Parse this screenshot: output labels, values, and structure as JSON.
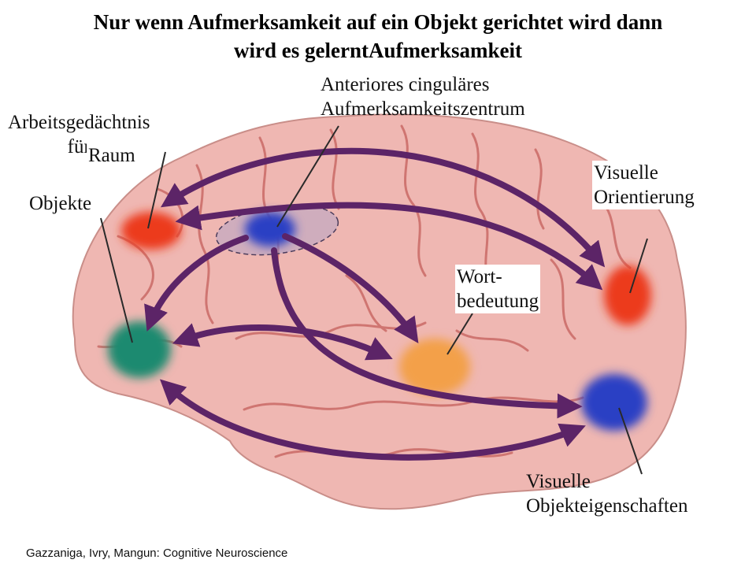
{
  "title": {
    "line1": "Nur wenn Aufmerksamkeit auf ein Objekt gerichtet wird dann",
    "line2": "wird es gelerntAufmerksamkeit"
  },
  "labels": {
    "anterior_line1": "Anteriores cinguläres",
    "anterior_line2": "Aufmerksamkeitszentrum",
    "working_memory_line1": "Arbeitsgedächtnis",
    "working_memory_line2": "für",
    "space": "Raum",
    "objects": "Objekte",
    "visual_orientation_line1": "Visuelle",
    "visual_orientation_line2": "Orientierung",
    "word_meaning_line1": "Wort-",
    "word_meaning_line2": "bedeutung",
    "visual_object_line1": "Visuelle",
    "visual_object_line2": "Objekteigenschaften"
  },
  "credit": "Gazzaniga, Ivry, Mangun: Cognitive Neuroscience",
  "colors": {
    "brain_fill": "#efb7b2",
    "sulci": "#c5605c",
    "arrow": "#5c2467",
    "region_red": "#ec3a1f",
    "region_blue": "#2a3fc4",
    "region_green": "#1e8a70",
    "region_orange": "#f3a049"
  }
}
